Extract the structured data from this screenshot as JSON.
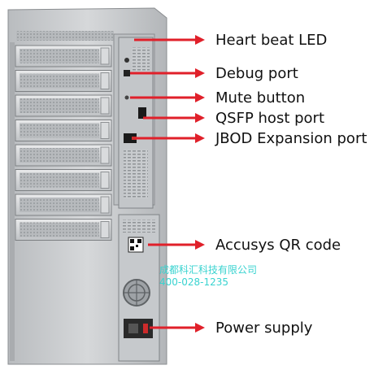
{
  "callouts": [
    {
      "id": "heartbeat",
      "label": "Heart beat LED"
    },
    {
      "id": "debug",
      "label": "Debug port"
    },
    {
      "id": "mute",
      "label": "Mute button"
    },
    {
      "id": "qsfp",
      "label": "QSFP host port"
    },
    {
      "id": "jbod",
      "label": "JBOD Expansion port"
    },
    {
      "id": "qr",
      "label": "Accusys QR code"
    },
    {
      "id": "power",
      "label": "Power supply"
    }
  ],
  "watermark": {
    "line1": "成都科汇科技有限公司",
    "line2": "400-028-1235"
  },
  "drive_bays": 8,
  "colors": {
    "arrow": "#e0202a",
    "chassis": "#c9cbcd",
    "text": "#111111",
    "watermark": "#39d3d0"
  }
}
